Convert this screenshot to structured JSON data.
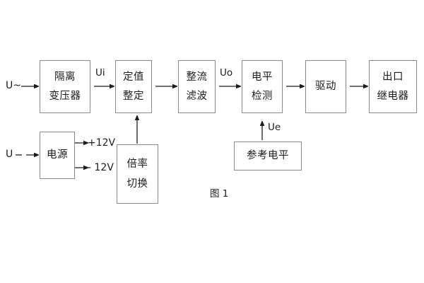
{
  "figure": {
    "caption": "图 1",
    "background_color": "#ffffff",
    "box_border_color": "#8b8b8b",
    "line_color": "#1c1c1c"
  },
  "inputs": [
    {
      "name": "ac-input",
      "label": "U~"
    },
    {
      "name": "dc-input",
      "label": "U"
    }
  ],
  "signals": [
    {
      "name": "ui",
      "label": "Ui"
    },
    {
      "name": "uo",
      "label": "Uo"
    },
    {
      "name": "ue",
      "label": "Ue"
    }
  ],
  "power_rails": [
    {
      "name": "rail-pos",
      "label": "+12V"
    },
    {
      "name": "rail-neg",
      "label": "- 12V"
    }
  ],
  "blocks": {
    "isolation_transformer": {
      "line1": "隔离",
      "line2": "变压器"
    },
    "setting_value": {
      "line1": "定值",
      "line2": "整定"
    },
    "rectify_filter": {
      "line1": "整流",
      "line2": "滤波"
    },
    "level_detection": {
      "line1": "电平",
      "line2": "检测"
    },
    "drive": {
      "line1": "驱动",
      "line2": ""
    },
    "output_relay": {
      "line1": "出口",
      "line2": "继电器"
    },
    "power_supply": {
      "line1": "电源",
      "line2": ""
    },
    "multiplier_switch": {
      "line1": "倍率",
      "line2": "切换"
    },
    "reference_level": {
      "line1": "参考电平",
      "line2": ""
    }
  }
}
